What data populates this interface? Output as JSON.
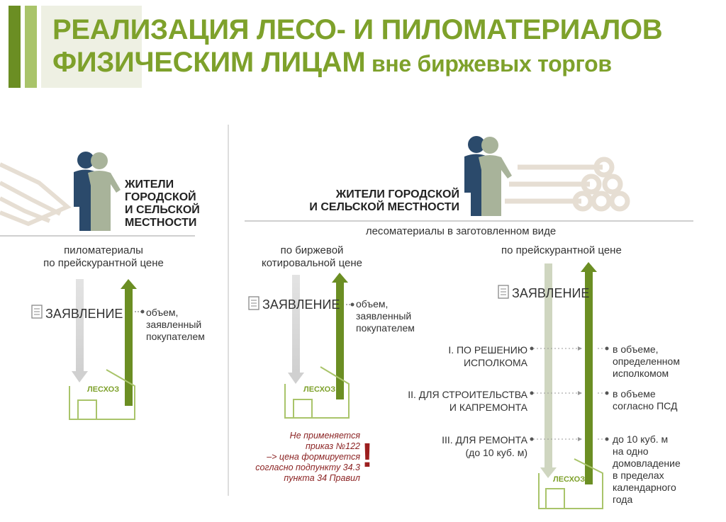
{
  "title": {
    "line1": "РЕАЛИЗАЦИЯ  ЛЕСО- И ПИЛОМАТЕРИАЛОВ",
    "line2_big": "ФИЗИЧЕСКИМ  ЛИЦАМ",
    "line2_small": " вне  биржевых  торгов"
  },
  "left": {
    "residents": [
      "ЖИТЕЛИ",
      "ГОРОДСКОЙ",
      "И СЕЛЬСКОЙ",
      "МЕСТНОСТИ"
    ],
    "product": [
      "пиломатериалы",
      "по прейскурантной цене"
    ],
    "application": "ЗАЯВЛЕНИЕ",
    "volume": [
      "объем,",
      "заявленный",
      "покупателем"
    ],
    "leskhoz": "ЛЕСХОЗ"
  },
  "right": {
    "residents": [
      "ЖИТЕЛИ ГОРОДСКОЙ",
      "И  СЕЛЬСКОЙ МЕСТНОСТИ"
    ],
    "product": "лесоматериалы в заготовленном виде",
    "exchange": {
      "price": [
        "по биржевой",
        "котировальной цене"
      ],
      "application": "ЗАЯВЛЕНИЕ",
      "volume": [
        "объем,",
        "заявленный",
        "покупателем"
      ],
      "leskhoz": "ЛЕСХОЗ",
      "note": [
        "Не применяется",
        "приказ №122",
        "–> цена формируется",
        "согласно подпункту 34.3",
        "пункта 34 Правил"
      ],
      "mark": "!"
    },
    "pricelist": {
      "price": "по прейскурантной цене",
      "application": "ЗАЯВЛЕНИЕ",
      "cases": [
        {
          "label": [
            "I. ПО РЕШЕНИЮ",
            "ИСПОЛКОМА"
          ],
          "volume": [
            "в объеме,",
            "определенном",
            "исполкомом"
          ]
        },
        {
          "label": [
            "II. ДЛЯ СТРОИТЕЛЬСТВА",
            "И КАПРЕМОНТА"
          ],
          "volume": [
            "в объеме",
            "согласно ПСД"
          ]
        },
        {
          "label": [
            "III. ДЛЯ РЕМОНТА",
            "(до 10 куб. м)"
          ],
          "volume": [
            "до 10 куб. м",
            "на одно",
            "домовладение",
            "в пределах",
            "календарного",
            "года"
          ]
        }
      ],
      "leskhoz": "ЛЕСХОЗ"
    }
  },
  "colors": {
    "green": "#6b8e23",
    "light_green": "#a9c46a",
    "gray": "#d9d9d9",
    "dark_blue": "#2b4a6b",
    "sage": "#a8b39a",
    "red": "#9c1f1f"
  }
}
